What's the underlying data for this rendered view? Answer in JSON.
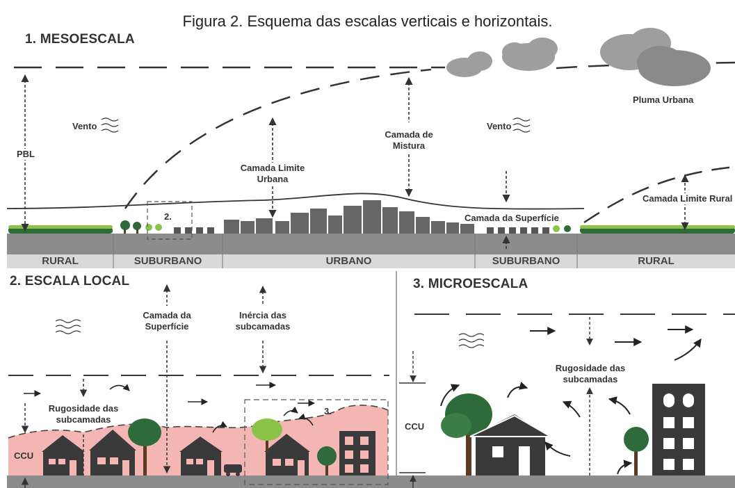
{
  "caption": "Figura 2. Esquema das escalas verticais e horizontais.",
  "panels": {
    "meso": "1. MESOESCALA",
    "local": "2. ESCALA LOCAL",
    "micro": "3. MICROESCALA"
  },
  "meso_labels": {
    "pbl": "PBL",
    "vento_left": "Vento",
    "vento_right": "Vento",
    "camada_limite_urbana_1": "Camada Limite",
    "camada_limite_urbana_2": "Urbana",
    "camada_mistura_1": "Camada de",
    "camada_mistura_2": "Mistura",
    "pluma": "Pluma Urbana",
    "camada_superficie": "Camada da Superfície",
    "camada_limite_rural": "Camada Limite Rural",
    "inset_2": "2."
  },
  "zones": [
    "RURAL",
    "SUBURBANO",
    "URBANO",
    "SUBURBANO",
    "RURAL"
  ],
  "local_labels": {
    "camada_superficie_1": "Camada da",
    "camada_superficie_2": "Superfície",
    "inercia_1": "Inércia das",
    "inercia_2": "subcamadas",
    "rugosidade_1": "Rugosidade das",
    "rugosidade_2": "subcamadas",
    "ccu": "CCU",
    "inset_3": "3."
  },
  "micro_labels": {
    "rugosidade_1": "Rugosidade das",
    "rugosidade_2": "subcamadas",
    "ccu": "CCU"
  },
  "colors": {
    "ground": "#8c8c8c",
    "zone_band": "#d9d9d9",
    "ucl_pink": "#f4b6b2",
    "building_dark": "#3a3a3a",
    "building_meso": "#666666",
    "tree_dark": "#2f6b3a",
    "tree_light": "#8bc34a",
    "cloud": "#9e9e9e"
  }
}
